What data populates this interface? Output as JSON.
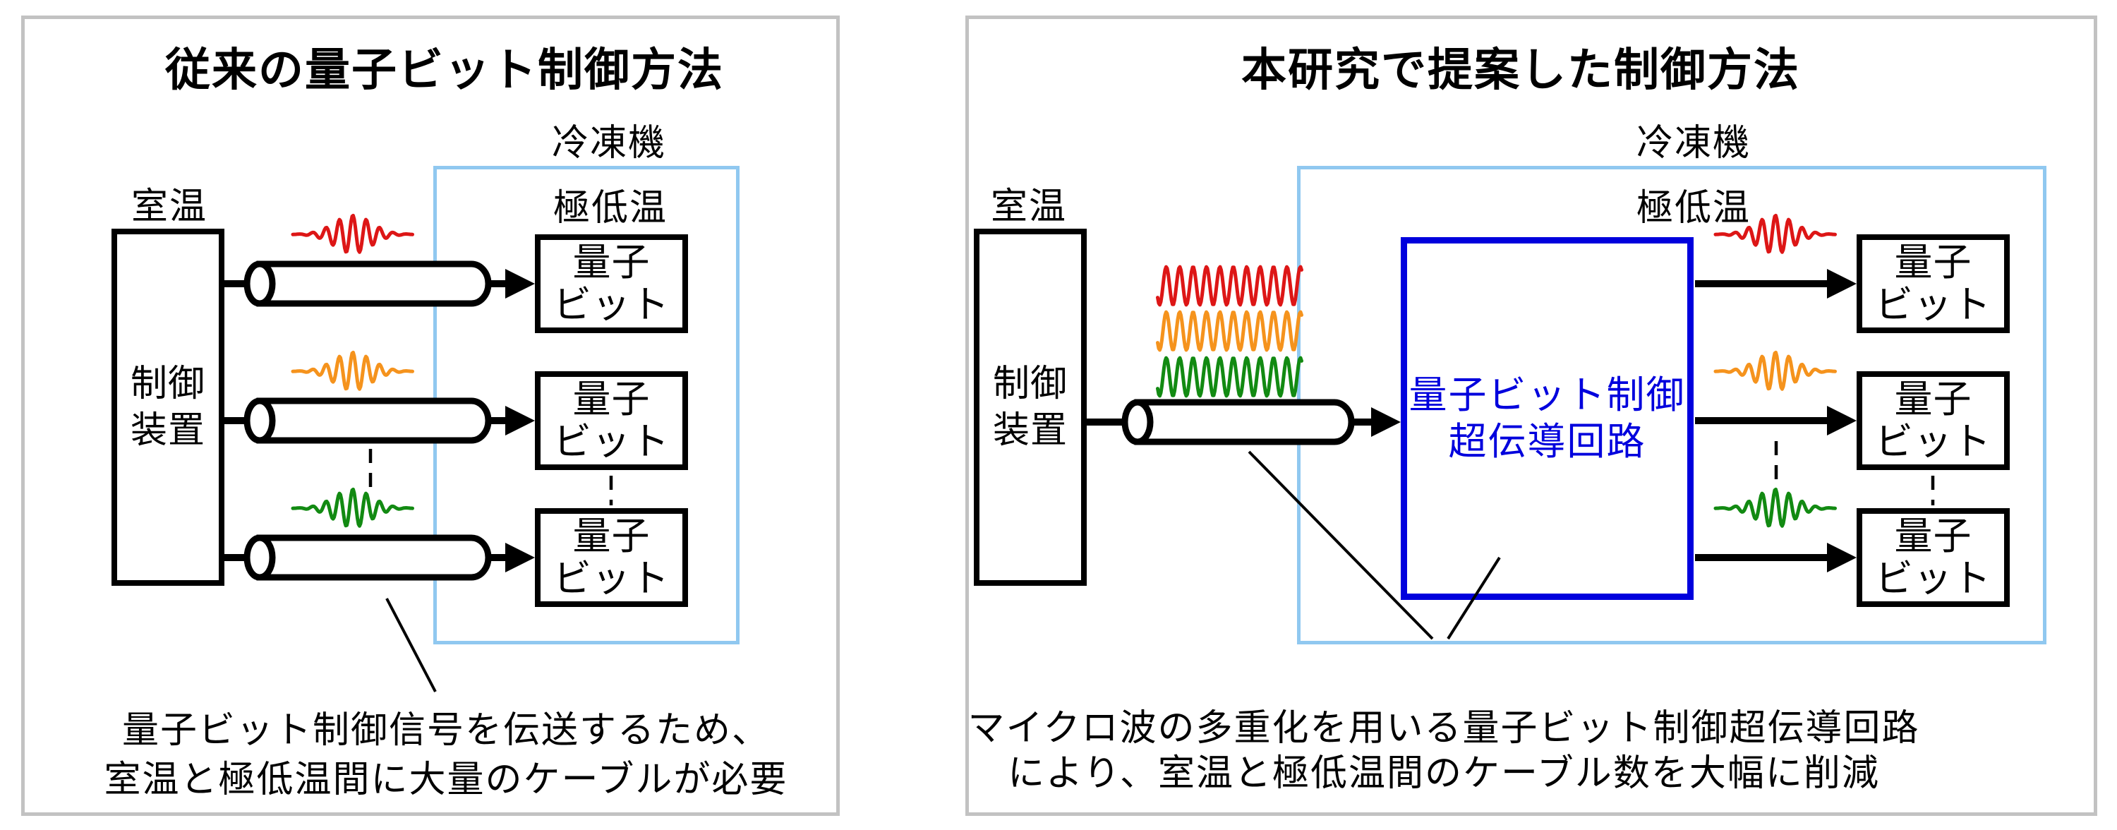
{
  "colors": {
    "signal_red": "#dd1616",
    "signal_orange": "#f5931d",
    "signal_green": "#128a12",
    "circuit_blue": "#0000dd",
    "cryostat_blue": "#90c8f0",
    "panel_gray": "#c2c2c2",
    "line_black": "#000000"
  },
  "left_panel": {
    "title": "従来の量子ビット制御方法",
    "room_temp_label": "室温",
    "refrigerator_label": "冷凍機",
    "cryogenic_label": "極低温",
    "controller_line1": "制御",
    "controller_line2": "装置",
    "qubit_line1": "量子",
    "qubit_line2": "ビット",
    "caption_line1": "量子ビット制御信号を伝送するため、",
    "caption_line2": "室温と極低温間に大量のケーブルが必要"
  },
  "right_panel": {
    "title": "本研究で提案した制御方法",
    "room_temp_label": "室温",
    "refrigerator_label": "冷凍機",
    "cryogenic_label": "極低温",
    "controller_line1": "制御",
    "controller_line2": "装置",
    "circuit_line1": "量子ビット制御",
    "circuit_line2": "超伝導回路",
    "qubit_line1": "量子",
    "qubit_line2": "ビット",
    "caption_line1": "マイクロ波の多重化を用いる量子ビット制御超伝導回路",
    "caption_line2": "により、室温と極低温間のケーブル数を大幅に削減"
  }
}
